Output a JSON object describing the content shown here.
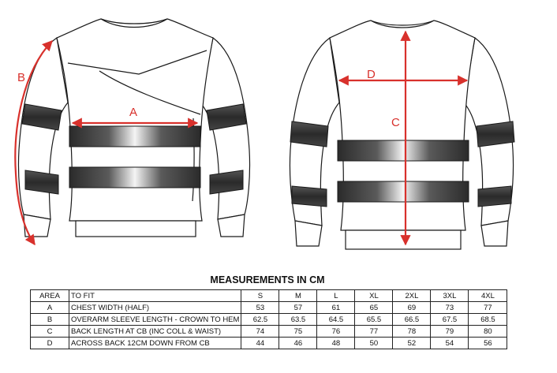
{
  "figure": {
    "labels": {
      "a": "A",
      "b": "B",
      "c": "C",
      "d": "D"
    },
    "colors": {
      "arrow": "#d8312c",
      "outline": "#1a1a1a",
      "band_dark": "#2b2b2b",
      "band_light": "#f4f4f4"
    }
  },
  "table": {
    "title": "MEASUREMENTS IN CM",
    "headers": [
      "AREA",
      "TO FIT",
      "S",
      "M",
      "L",
      "XL",
      "2XL",
      "3XL",
      "4XL"
    ],
    "rows": [
      {
        "area": "A",
        "desc": "CHEST WIDTH (HALF)",
        "values": [
          "53",
          "57",
          "61",
          "65",
          "69",
          "73",
          "77"
        ]
      },
      {
        "area": "B",
        "desc": "OVERARM SLEEVE LENGTH - CROWN TO HEM",
        "values": [
          "62.5",
          "63.5",
          "64.5",
          "65.5",
          "66.5",
          "67.5",
          "68.5"
        ]
      },
      {
        "area": "C",
        "desc": "BACK LENGTH AT CB (INC COLL & WAIST)",
        "values": [
          "74",
          "75",
          "76",
          "77",
          "78",
          "79",
          "80"
        ]
      },
      {
        "area": "D",
        "desc": "ACROSS BACK 12CM DOWN FROM CB",
        "values": [
          "44",
          "46",
          "48",
          "50",
          "52",
          "54",
          "56"
        ]
      }
    ]
  }
}
